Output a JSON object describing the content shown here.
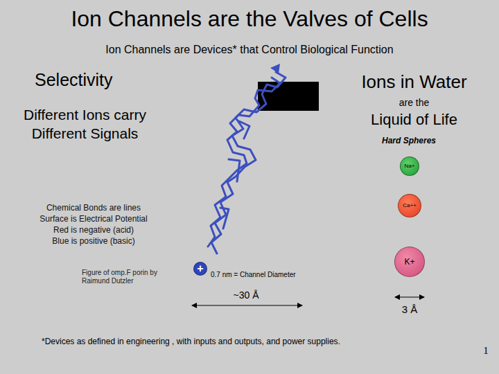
{
  "diagram": {
    "title": "Ion Channels are the Valves of Cells",
    "nodes": [
      {
        "text": [
          "Na+"
        ]
      },
      {
        "text": [
          "Ca++"
        ]
      },
      {
        "text": [
          "K+"
        ]
      },
      {
        "text": [
          "+"
        ]
      }
    ],
    "labels": [
      "Ion Channels are Devices* that Control Biological Function",
      "Selectivity",
      "Different Ions carry Different Signals",
      "Ions in Water",
      "are the",
      "Liquid of Life",
      "Hard Spheres",
      "Chemical Bonds are lines",
      "Surface is Electrical Potential",
      "Red is negative (acid)",
      "Blue is positive (basic)",
      "Figure of omp.F porin by Raimund Dutzler",
      "0.7 nm = Channel Diameter",
      "~30 Å",
      "3 Å",
      "*Devices as defined in engineering , with inputs and outputs, and power supplies.",
      "1"
    ]
  }
}
